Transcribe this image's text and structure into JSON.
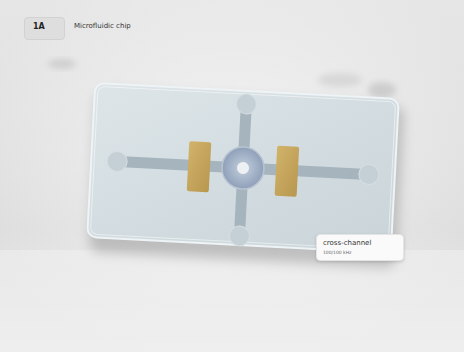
{
  "diagram": {
    "title": "Microfluidic chip",
    "nodes": [
      {
        "text": [
          "1A"
        ]
      },
      {
        "text": [
          "cross-channel",
          "100/100 kHz"
        ]
      }
    ]
  }
}
